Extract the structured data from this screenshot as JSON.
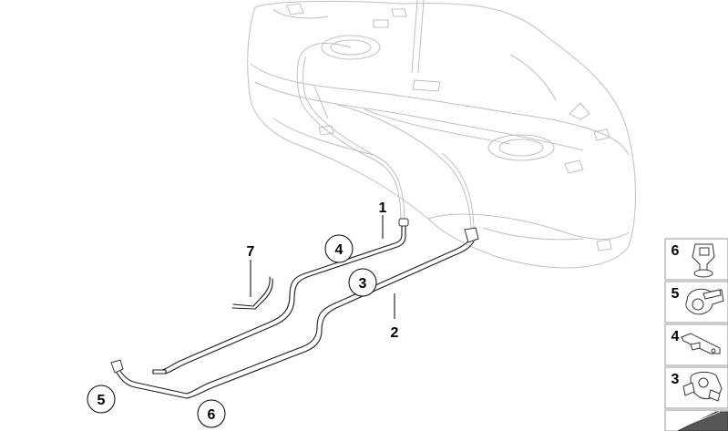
{
  "callouts": {
    "c1": "1",
    "c2": "2",
    "c3": "3",
    "c4": "4",
    "c5": "5",
    "c6": "6",
    "c7": "7"
  },
  "legend": {
    "items": [
      {
        "number": "6",
        "icon": "clip-icon"
      },
      {
        "number": "5",
        "icon": "hose-clamp-icon"
      },
      {
        "number": "4",
        "icon": "bracket-icon"
      },
      {
        "number": "3",
        "icon": "holder-icon"
      },
      {
        "icon": "fastener-icon"
      }
    ]
  }
}
